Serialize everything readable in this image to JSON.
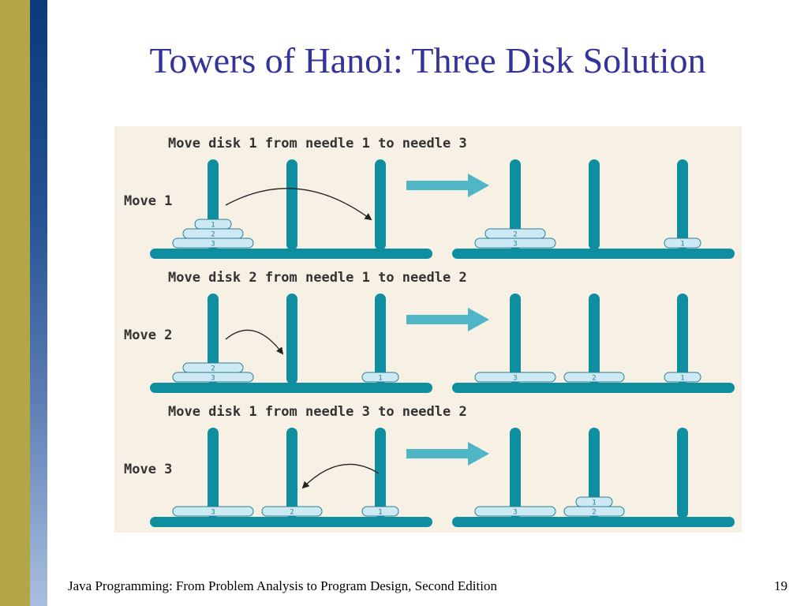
{
  "slide": {
    "title": "Towers of Hanoi: Three Disk Solution",
    "footer": "Java Programming: From Problem Analysis to Program Design, Second Edition",
    "page_number": "19"
  },
  "figure": {
    "rows": [
      {
        "caption": "Move disk 1 from needle 1 to needle 3",
        "label": "Move 1",
        "before": [
          [
            3,
            2,
            1
          ],
          [],
          []
        ],
        "after": [
          [
            3,
            2
          ],
          [],
          [
            1
          ]
        ],
        "from": 1,
        "to": 3
      },
      {
        "caption": "Move disk 2 from needle 1 to needle 2",
        "label": "Move 2",
        "before": [
          [
            3,
            2
          ],
          [],
          [
            1
          ]
        ],
        "after": [
          [
            3
          ],
          [
            2
          ],
          [
            1
          ]
        ],
        "from": 1,
        "to": 2
      },
      {
        "caption": "Move disk 1 from needle 3 to needle 2",
        "label": "Move 3",
        "before": [
          [
            3
          ],
          [
            2
          ],
          [
            1
          ]
        ],
        "after": [
          [
            3
          ],
          [
            2,
            1
          ],
          []
        ],
        "from": 3,
        "to": 2
      }
    ],
    "colors": {
      "background": "#f6f1e4",
      "needle": "#0f8ea0",
      "disk_fill": "#cde9f4",
      "disk_stroke": "#2a7f92",
      "arrow": "#4fb6c8",
      "text": "#333333"
    }
  }
}
